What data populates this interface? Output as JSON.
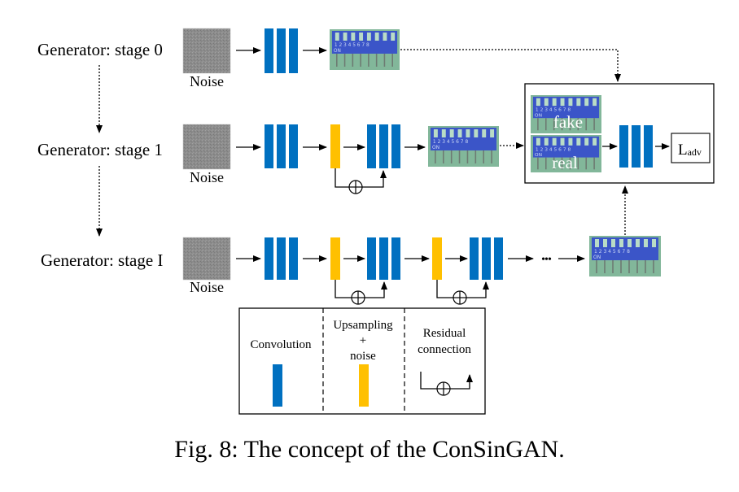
{
  "colors": {
    "convolution": "#0070C0",
    "upsampling": "#FFC000",
    "noise_fill": "#8a8a8a",
    "pcb_green": "#7fb596",
    "switch_blue": "#3b55c8",
    "line": "#000000"
  },
  "stages": [
    {
      "label": "Generator: stage 0",
      "noise_label": "Noise"
    },
    {
      "label": "Generator: stage 1",
      "noise_label": "Noise"
    },
    {
      "label": "Generator: stage I",
      "noise_label": "Noise"
    }
  ],
  "ellipsis": "•••",
  "discriminator": {
    "fake_label": "fake",
    "real_label": "real",
    "loss_main": "L",
    "loss_sub": "adv"
  },
  "legend": {
    "convolution": "Convolution",
    "upsampling_line1": "Upsampling",
    "upsampling_line2": "+",
    "upsampling_line3": "noise",
    "residual_line1": "Residual",
    "residual_line2": "connection"
  },
  "icons": {
    "sum": "circled-plus-icon",
    "arrow": "arrow-right-icon"
  },
  "caption": "Fig. 8: The concept of the ConSinGAN."
}
